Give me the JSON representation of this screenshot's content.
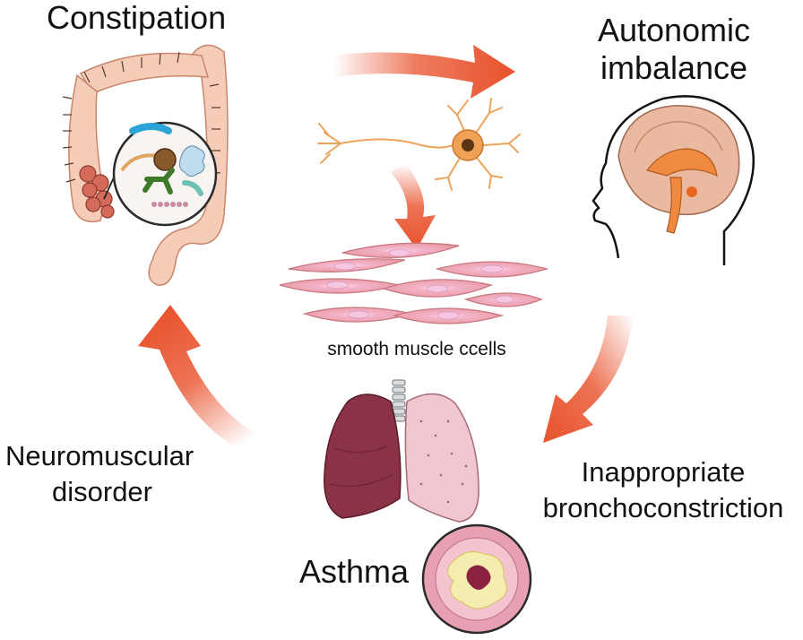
{
  "labels": {
    "constipation": "Constipation",
    "autonomic_line1": "Autonomic",
    "autonomic_line2": "imbalance",
    "smooth_muscle": "smooth muscle ccells",
    "neuromuscular_line1": "Neuromuscular",
    "neuromuscular_line2": "disorder",
    "inappropriate_line1": "Inappropriate",
    "inappropriate_line2": "bronchoconstriction",
    "asthma": "Asthma"
  },
  "colors": {
    "arrow": "#e8512b",
    "intestine": "#f3c9b4",
    "intestine_outline": "#c9866a",
    "neuron": "#f0a155",
    "brain": "#e9b9a0",
    "muscle_cell": "#f2b8c2",
    "lung_left": "#8a3246",
    "lung_right": "#f0c7cf",
    "airway": "#e0758a"
  },
  "icons": [
    "colon-icon",
    "microbiome-icon",
    "neuron-icon",
    "head-brain-icon",
    "muscle-cells-icon",
    "lungs-icon",
    "airway-cross-section-icon"
  ]
}
